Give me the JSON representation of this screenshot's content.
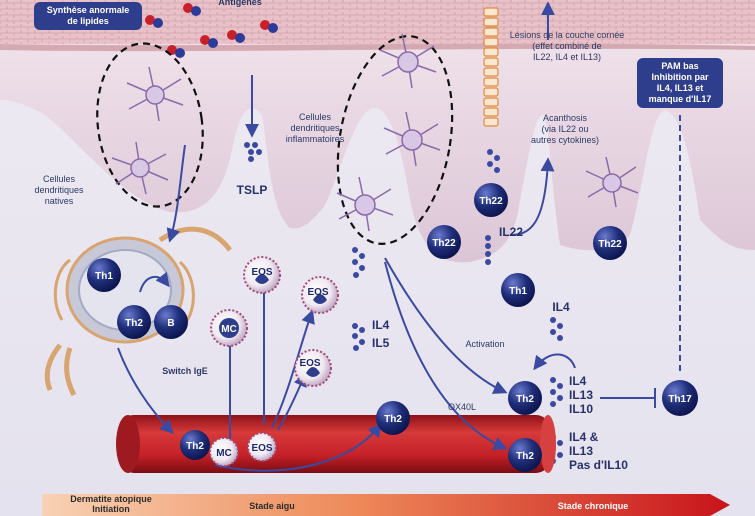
{
  "top": {
    "lipid_box": "Synthèse anormale\nde lipides",
    "antigenes": "Antigènes"
  },
  "labels": {
    "native_dc": "Cellules\ndendritiques\nnatives",
    "inflam_dc": "Cellules\ndendritiques\ninflammatoires",
    "tslp": "TSLP",
    "corneal": "Lésions de la couche cornée\n(effet combiné de\nIL22, IL4 et IL13)",
    "acanthosis": "Acanthosis\n(via IL22 ou\nautres cytokines)",
    "pam_box": "PAM bas\nInhibition par\nIL4, IL13 et\nmanque d'IL17",
    "il22": "IL22",
    "il4_top": "IL4",
    "il4": "IL4",
    "il5": "IL5",
    "activation": "Activation",
    "ox40l": "OX40L",
    "switch": "Switch IgE",
    "group1": "IL4\nIL13\nIL10",
    "group2": "IL4 &\nIL13\nPas d'IL10"
  },
  "cells": {
    "th1": "Th1",
    "th2": "Th2",
    "b": "B",
    "mc": "MC",
    "eos": "EOS",
    "th22": "Th22",
    "th17": "Th17"
  },
  "bar": {
    "stage1": "Dermatite atopique\nInitiation",
    "stage2": "Stade aigu",
    "stage3": "Stade chronique"
  },
  "colors": {
    "cell_blue": "#1f2e7a",
    "arrow": "#3a4aa0",
    "vessel": "#c8282e",
    "skin": "#e6d3df",
    "bar_start": "#f7c9a8",
    "bar_end": "#c8141b"
  }
}
